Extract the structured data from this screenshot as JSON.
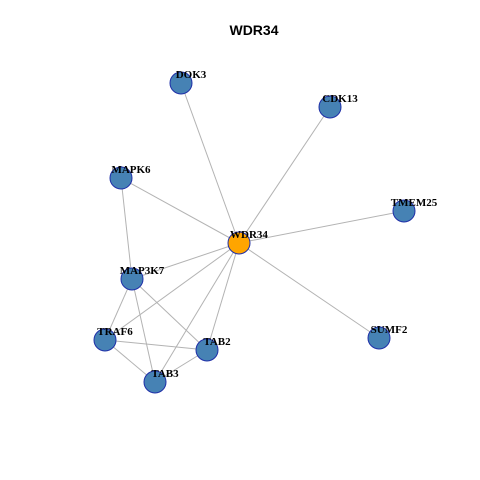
{
  "title": "WDR34",
  "colors": {
    "hub": "#ffa500",
    "node": "#4682b4",
    "node_border": "#1f2fa8",
    "edge": "#b3b3b3"
  },
  "nodes": [
    {
      "id": "WDR34",
      "label": "WDR34",
      "hub": true
    },
    {
      "id": "DOK3",
      "label": "DOK3"
    },
    {
      "id": "CDK13",
      "label": "CDK13"
    },
    {
      "id": "MAPK6",
      "label": "MAPK6"
    },
    {
      "id": "TMEM25",
      "label": "TMEM25"
    },
    {
      "id": "MAP3K7",
      "label": "MAP3K7"
    },
    {
      "id": "TRAF6",
      "label": "TRAF6"
    },
    {
      "id": "TAB2",
      "label": "TAB2"
    },
    {
      "id": "SUMF2",
      "label": "SUMF2"
    },
    {
      "id": "TAB3",
      "label": "TAB3"
    }
  ],
  "edges": [
    [
      "WDR34",
      "DOK3"
    ],
    [
      "WDR34",
      "CDK13"
    ],
    [
      "WDR34",
      "MAPK6"
    ],
    [
      "WDR34",
      "TMEM25"
    ],
    [
      "WDR34",
      "MAP3K7"
    ],
    [
      "WDR34",
      "TRAF6"
    ],
    [
      "WDR34",
      "TAB2"
    ],
    [
      "WDR34",
      "SUMF2"
    ],
    [
      "WDR34",
      "TAB3"
    ],
    [
      "MAPK6",
      "MAP3K7"
    ],
    [
      "MAP3K7",
      "TRAF6"
    ],
    [
      "MAP3K7",
      "TAB2"
    ],
    [
      "MAP3K7",
      "TAB3"
    ],
    [
      "TRAF6",
      "TAB2"
    ],
    [
      "TRAF6",
      "TAB3"
    ],
    [
      "TAB2",
      "TAB3"
    ]
  ]
}
